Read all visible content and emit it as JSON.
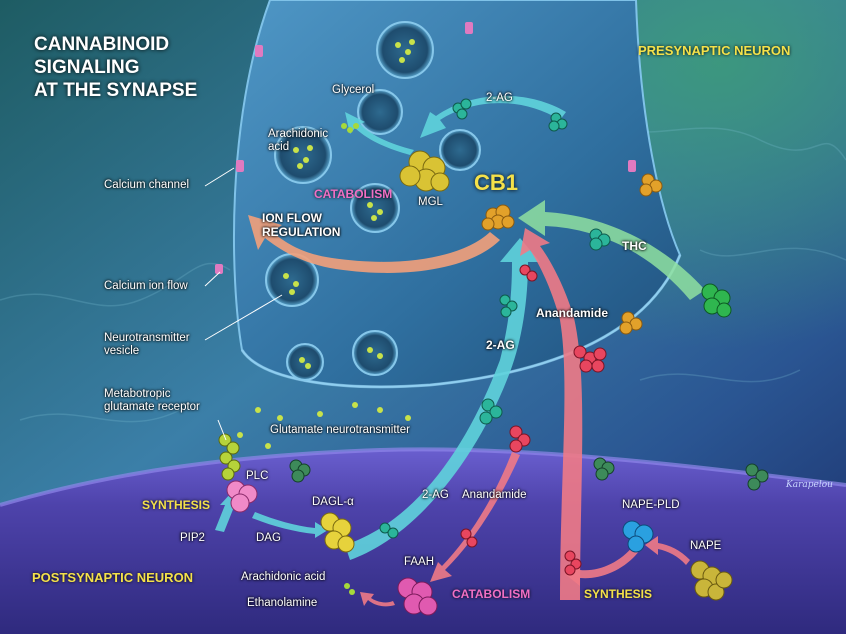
{
  "title": {
    "line1": "CANNABINOID",
    "line2": "SIGNALING",
    "line3": "AT THE SYNAPSE"
  },
  "regions": {
    "presynaptic": "PRESYNAPTIC NEURON",
    "postsynaptic": "POSTSYNAPTIC NEURON"
  },
  "labels": {
    "glycerol": "Glycerol",
    "two_ag_top": "2-AG",
    "arachidonic_top_1": "Arachidonic",
    "arachidonic_top_2": "acid",
    "calcium_channel": "Calcium channel",
    "catabolism_top": "CATABOLISM",
    "mgl": "MGL",
    "cb1": "CB1",
    "ion_flow_1": "ION FLOW",
    "ion_flow_2": "REGULATION",
    "thc": "THC",
    "calcium_ion_flow": "Calcium ion flow",
    "anandamide_mid": "Anandamide",
    "neurotransmitter_1": "Neurotransmitter",
    "neurotransmitter_2": "vesicle",
    "two_ag_mid": "2-AG",
    "metabotropic_1": "Metabotropic",
    "metabotropic_2": "glutamate receptor",
    "glutamate": "Glutamate neurotransmitter",
    "plc": "PLC",
    "synthesis_left": "SYNTHESIS",
    "dagl": "DAGL-α",
    "two_ag_low": "2-AG",
    "anandamide_low": "Anandamide",
    "nape_pld": "NAPE-PLD",
    "pip2": "PIP2",
    "dag": "DAG",
    "faah": "FAAH",
    "nape": "NAPE",
    "arachidonic_low": "Arachidonic acid",
    "ethanolamine": "Ethanolamine",
    "catabolism_low": "CATABOLISM",
    "synthesis_right": "SYNTHESIS",
    "signature": "Karapelou"
  },
  "colors": {
    "background_top": "#2b7a6f",
    "background_bottom": "#1c3f7a",
    "presynaptic_terminal": "#3a83b4",
    "postsynaptic_membrane": "#5a4fb5",
    "arrow_2ag": "#5fd3dc",
    "arrow_anandamide": "#f07a86",
    "arrow_thc": "#8fe0a0",
    "arrow_ion_flow": "#f3a07a",
    "cb1_receptor": "#e2a12a",
    "title_text": "#ffffff",
    "accent_yellow": "#f4e14a",
    "accent_pink": "#f06fc4"
  }
}
